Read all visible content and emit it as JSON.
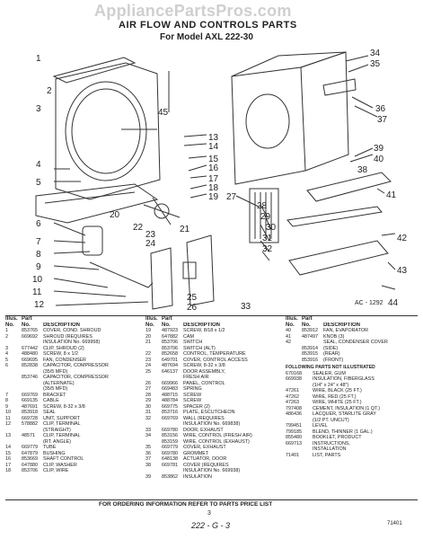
{
  "watermark": "AppliancePartsPros.com",
  "title": "AIR FLOW AND CONTROLS PARTS",
  "subtitle": "For Model AXL 222-30",
  "diagram_code": "AC - 1292",
  "callouts": [
    "1",
    "2",
    "3",
    "4",
    "5",
    "6",
    "7",
    "8",
    "9",
    "10",
    "11",
    "12",
    "13",
    "14",
    "15",
    "16",
    "17",
    "18",
    "19",
    "20",
    "21",
    "22",
    "23",
    "24",
    "25",
    "26",
    "27",
    "28",
    "29",
    "30",
    "31",
    "32",
    "33",
    "34",
    "35",
    "36",
    "37",
    "38",
    "39",
    "40",
    "41",
    "42",
    "43",
    "44",
    "45"
  ],
  "headers": {
    "illus": "Illus.",
    "part": "Part",
    "no": "No.",
    "no2": "No.",
    "description": "DESCRIPTION"
  },
  "parts": [
    {
      "no": "1",
      "part": "853765",
      "desc": "COVER, COND. SHROUD"
    },
    {
      "no": "2",
      "part": "669692",
      "desc": "SHROUD (REQUIRES"
    },
    {
      "no": "",
      "part": "",
      "desc": "INSULATION No. 669958)"
    },
    {
      "no": "3",
      "part": "677442",
      "desc": "CLIP, SHROUD (2)"
    },
    {
      "no": "4",
      "part": "488480",
      "desc": "SCREW, 8 x 1/2"
    },
    {
      "no": "5",
      "part": "669695",
      "desc": "FAN, CONDENSER"
    },
    {
      "no": "6",
      "part": "852838",
      "desc": "CAPACITOR, COMPRESSOR"
    },
    {
      "no": "",
      "part": "",
      "desc": "(35/5 MFD)"
    },
    {
      "no": "",
      "part": "853746",
      "desc": "CAPACITOR, COMPRESSOR"
    },
    {
      "no": "",
      "part": "",
      "desc": "(ALTERNATE)"
    },
    {
      "no": "",
      "part": "",
      "desc": "(35/5 MFD)"
    },
    {
      "no": "7",
      "part": "669769",
      "desc": "BRACKET"
    },
    {
      "no": "8",
      "part": "669135",
      "desc": "CABLE"
    },
    {
      "no": "9",
      "part": "487691",
      "desc": "SCREW, 8-32 x 3/8"
    },
    {
      "no": "10",
      "part": "853918",
      "desc": "SEAL"
    },
    {
      "no": "11",
      "part": "669728",
      "desc": "UNIT, SUPPORT"
    },
    {
      "no": "12",
      "part": "578882",
      "desc": "CLIP, TERMINAL"
    },
    {
      "no": "",
      "part": "",
      "desc": "(STRAIGHT)"
    },
    {
      "no": "13",
      "part": "48571",
      "desc": "CLIP, TERMINAL"
    },
    {
      "no": "",
      "part": "",
      "desc": "(RT. ANGLE)"
    },
    {
      "no": "14",
      "part": "669779",
      "desc": "TUBE"
    },
    {
      "no": "15",
      "part": "647879",
      "desc": "BUSHING"
    },
    {
      "no": "16",
      "part": "853669",
      "desc": "SHAFT CONTROL"
    },
    {
      "no": "17",
      "part": "647880",
      "desc": "CLIP, WASHER"
    },
    {
      "no": "18",
      "part": "853706",
      "desc": "CLIP, WIRE"
    },
    {
      "no": "19",
      "part": "487923",
      "desc": "SCREW, 8/18 x 1/2"
    },
    {
      "no": "20",
      "part": "647882",
      "desc": "CAM"
    },
    {
      "no": "21",
      "part": "853706",
      "desc": "SWITCH"
    },
    {
      "no": "",
      "part": "853706",
      "desc": "SWITCH (ALT)"
    },
    {
      "no": "22",
      "part": "852658",
      "desc": "CONTROL, TEMPERATURE"
    },
    {
      "no": "23",
      "part": "649701",
      "desc": "COVER, CONTROL ACCESS"
    },
    {
      "no": "24",
      "part": "487694",
      "desc": "SCREW, 8-32 x 3/8"
    },
    {
      "no": "25",
      "part": "646137",
      "desc": "DOOR ASSEMBLY,"
    },
    {
      "no": "",
      "part": "",
      "desc": "FRESH AIR"
    },
    {
      "no": "26",
      "part": "669966",
      "desc": "PANEL, CONTROL"
    },
    {
      "no": "27",
      "part": "669483",
      "desc": "SPRING"
    },
    {
      "no": "28",
      "part": "488715",
      "desc": "SCREW"
    },
    {
      "no": "29",
      "part": "488784",
      "desc": "SCREW"
    },
    {
      "no": "30",
      "part": "669775",
      "desc": "SPACER (2)"
    },
    {
      "no": "31",
      "part": "853716",
      "desc": "PLATE, ESCUTCHEON"
    },
    {
      "no": "32",
      "part": "669769",
      "desc": "WALL (REQUIRES"
    },
    {
      "no": "",
      "part": "",
      "desc": "INSULATION No. 669838)"
    },
    {
      "no": "33",
      "part": "669780",
      "desc": "DOOR, EXHAUST"
    },
    {
      "no": "34",
      "part": "853156",
      "desc": "WIRE, CONTROL (FRESH AIR)"
    },
    {
      "no": "",
      "part": "853159",
      "desc": "WIRE, CONTROL (EXHAUST)"
    },
    {
      "no": "35",
      "part": "669779",
      "desc": "COVER, EXHAUST"
    },
    {
      "no": "36",
      "part": "669780",
      "desc": "GROMMET"
    },
    {
      "no": "37",
      "part": "648138",
      "desc": "ACTUATOR, DOOR"
    },
    {
      "no": "38",
      "part": "669781",
      "desc": "COVER (REQUIRES"
    },
    {
      "no": "",
      "part": "",
      "desc": "INSULATION No. 669938)"
    },
    {
      "no": "39",
      "part": "853862",
      "desc": "INSULATION"
    },
    {
      "no": "40",
      "part": "853912",
      "desc": "FAN, EVAPORATOR"
    },
    {
      "no": "41",
      "part": "487497",
      "desc": "KNOB (3)"
    },
    {
      "no": "42",
      "part": "",
      "desc": "SEAL, CONDENSER COVER"
    },
    {
      "no": "",
      "part": "853914",
      "desc": "(SIDE)"
    },
    {
      "no": "",
      "part": "853915",
      "desc": "(REAR)"
    },
    {
      "no": "",
      "part": "853916",
      "desc": "(FRONT)"
    }
  ],
  "not_illustrated_heading": "FOLLOWING PARTS NOT ILLUSTRATED",
  "not_illustrated": [
    {
      "part": "670168",
      "desc": "SEALER, GUM"
    },
    {
      "part": "669938",
      "desc": "INSULATION, FIBERGLASS"
    },
    {
      "part": "",
      "desc": "(1/4\" x 24\" x 48\")"
    },
    {
      "part": "47261",
      "desc": "WIRE, BLACK (25 FT.)"
    },
    {
      "part": "47262",
      "desc": "WIRE, RED (25 FT.)"
    },
    {
      "part": "47263",
      "desc": "WIRE, WHITE (25 FT.)"
    },
    {
      "part": "797408",
      "desc": "CEMENT, INSULATION (1 QT.)"
    },
    {
      "part": "486436",
      "desc": "LACQUER, STARLITE GRAY"
    },
    {
      "part": "",
      "desc": "(1/2 PT. UNCUT)"
    },
    {
      "part": "799451",
      "desc": "LEVEL"
    },
    {
      "part": "799185",
      "desc": "BLEND, THINNER (1 GAL.)"
    },
    {
      "part": "855480",
      "desc": "BOOKLET, PRODUCT"
    },
    {
      "part": "669713",
      "desc": "INSTRUCTIONS,"
    },
    {
      "part": "",
      "desc": "INSTALLATION"
    },
    {
      "part": "71401",
      "desc": "LIST, PARTS"
    }
  ],
  "footer": "FOR ORDERING INFORMATION REFER TO PARTS PRICE LIST",
  "page_number": "3",
  "page_code": "222 - G - 3",
  "page_ref": "71401"
}
